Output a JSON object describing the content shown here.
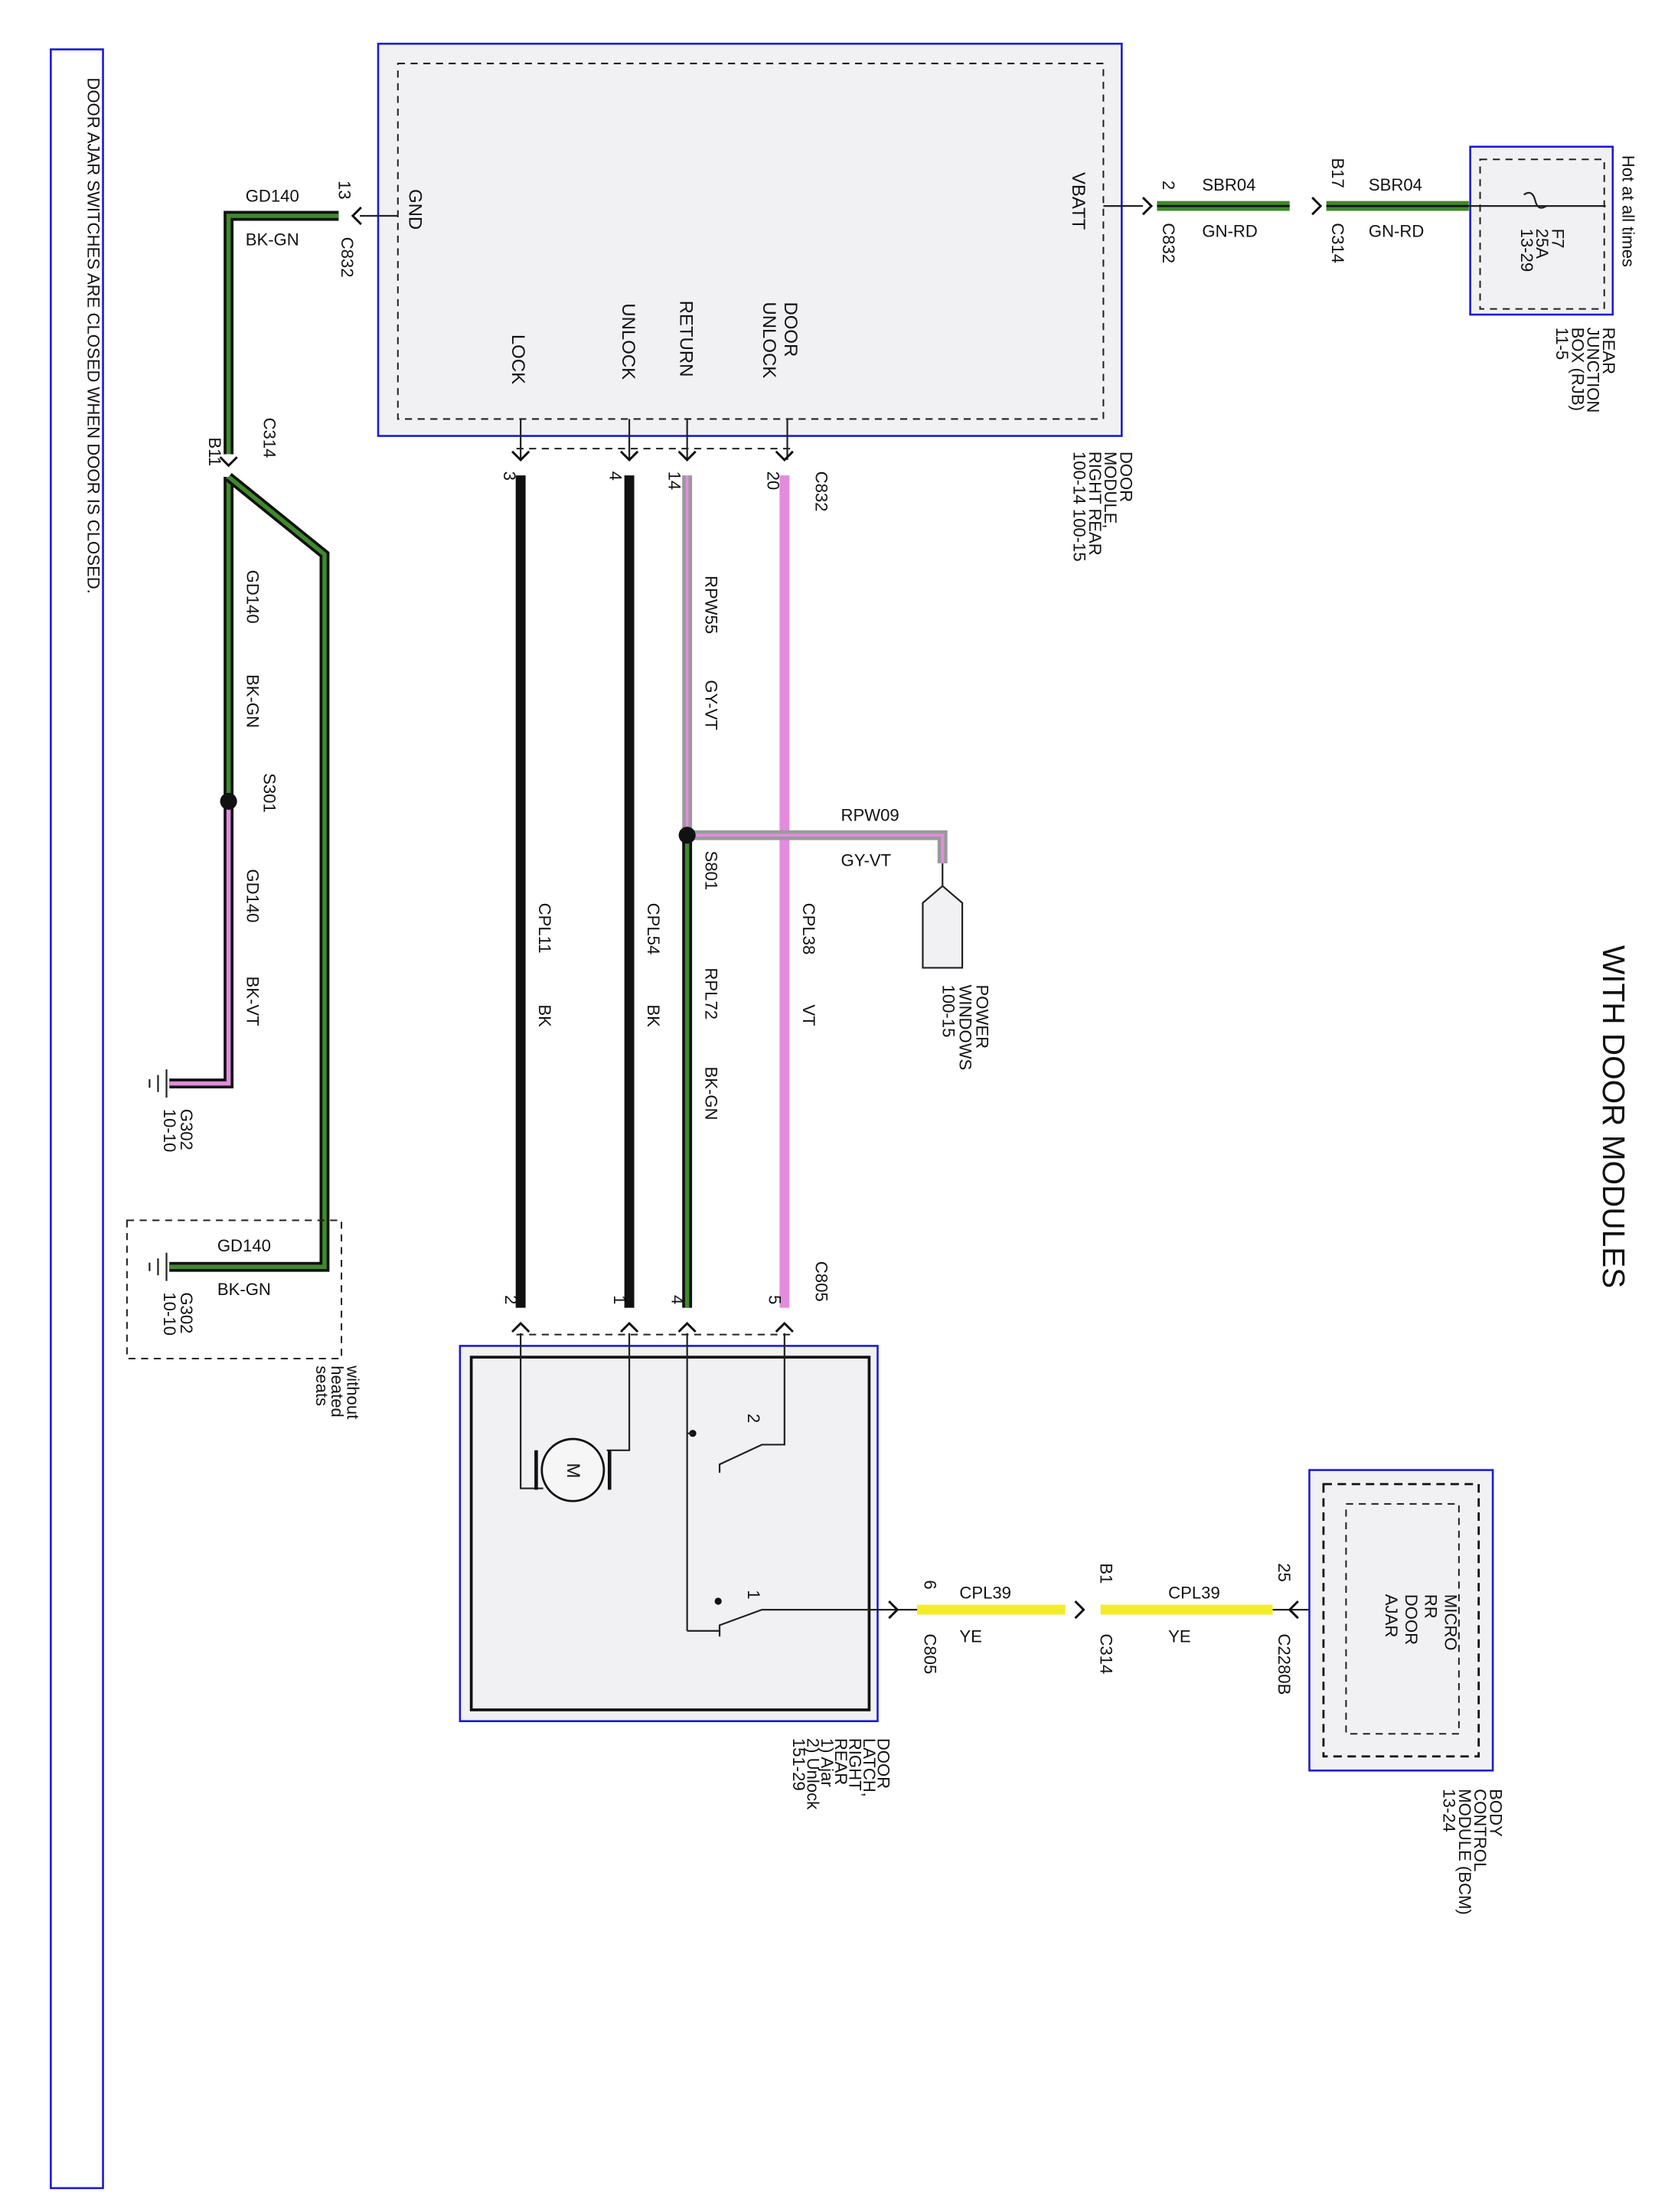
{
  "diagram": {
    "title": "WITH DOOR MODULES",
    "note": "DOOR AJAR SWITCHES ARE CLOSED WHEN DOOR IS CLOSED.",
    "hot_label": "Hot at all times",
    "rjb": {
      "lines": [
        "REAR",
        "JUNCTION",
        "BOX (RJB)",
        "11-5"
      ],
      "fuse_lines": [
        "F7",
        "25A",
        "13-29"
      ]
    },
    "door_module": {
      "lines": [
        "DOOR",
        "MODULE,",
        "RIGHT REAR",
        "100-14  100-15"
      ],
      "pins": {
        "gnd": "GND",
        "vbatt": "VBATT",
        "lock": "LOCK",
        "unlock": "UNLOCK",
        "return": "RETURN",
        "door_unlock_1": "DOOR",
        "door_unlock_2": "UNLOCK"
      }
    },
    "door_latch": {
      "lines": [
        "DOOR",
        "LATCH,",
        "RIGHT",
        "REAR",
        "1) Ajar",
        "2) Unlock",
        "151-29"
      ],
      "motor": "M",
      "sw1": "1",
      "sw2": "2"
    },
    "bcm": {
      "lines": [
        "BODY",
        "CONTROL",
        "MODULE (BCM)",
        "13-24"
      ],
      "inner_lines": [
        "MICRO",
        "RR",
        "DOOR",
        "AJAR"
      ]
    },
    "power_windows": {
      "lines": [
        "POWER",
        "WINDOWS",
        "100-15"
      ]
    },
    "ground_g302_a": {
      "id": "G302",
      "page": "10-10"
    },
    "ground_g302_b": {
      "id": "G302",
      "page": "10-10"
    },
    "without_heated": {
      "lines": [
        "without",
        "heated",
        "seats"
      ]
    },
    "splices": {
      "s301": "S301",
      "s801": "S801"
    },
    "connectors": {
      "c832": "C832",
      "c832_b": "C832",
      "c832_c": "C832",
      "c314_b17": "C314",
      "c314_b11": "C314",
      "c805_top": "C805",
      "c805_yel": "C805",
      "c314_b1": "C314",
      "c2280b": "C2280B"
    },
    "pins": {
      "p13": "13",
      "p2": "2",
      "pb17": "B17",
      "pb11": "B11",
      "p3": "3",
      "p4": "4",
      "p14": "14",
      "p20": "20",
      "l2": "2",
      "l1": "1",
      "l4": "4",
      "l5": "5",
      "p6": "6",
      "pb1": "B1",
      "p25": "25"
    },
    "wires": {
      "sbr04_a": {
        "circuit": "SBR04",
        "color": "GN-RD"
      },
      "sbr04_b": {
        "circuit": "SBR04",
        "color": "GN-RD"
      },
      "gd140_top": {
        "circuit": "GD140",
        "color": "BK-GN"
      },
      "gd140_mid": {
        "circuit": "GD140",
        "color": "BK-GN"
      },
      "gd140_vt": {
        "circuit": "GD140",
        "color": "BK-VT"
      },
      "gd140_bot": {
        "circuit": "GD140",
        "color": "BK-GN"
      },
      "rpw55": {
        "circuit": "RPW55",
        "color": "GY-VT"
      },
      "rpw09": {
        "circuit": "RPW09",
        "color": "GY-VT"
      },
      "cpl11": {
        "circuit": "CPL11",
        "color": "BK"
      },
      "cpl54": {
        "circuit": "CPL54",
        "color": "BK"
      },
      "rpl72": {
        "circuit": "RPL72",
        "color": "BK-GN"
      },
      "cpl38": {
        "circuit": "CPL38",
        "color": "VT"
      },
      "cpl39_a": {
        "circuit": "CPL39",
        "color": "YE"
      },
      "cpl39_b": {
        "circuit": "CPL39",
        "color": "YE"
      }
    },
    "colors": {
      "frame": "#1a1ad6",
      "green": "#3f8a2c",
      "violet": "#e48be0",
      "gray": "#9a9a9a",
      "yellow": "#f2ec2a",
      "black": "#111111"
    }
  }
}
